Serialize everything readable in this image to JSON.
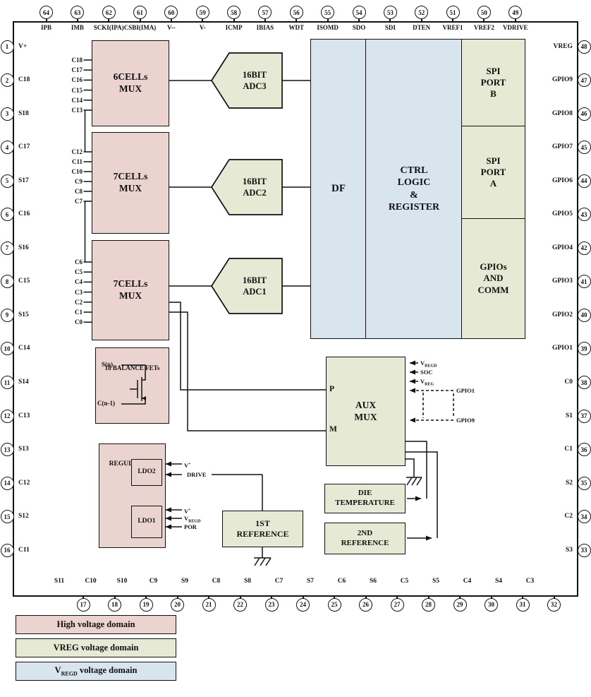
{
  "colors": {
    "high_voltage": "#ebd3d0",
    "vreg_voltage": "#e6e9d4",
    "vregd_voltage": "#d8e5ee"
  },
  "pins": {
    "top": [
      {
        "n": 64,
        "label": "IPB"
      },
      {
        "n": 63,
        "label": "IMB"
      },
      {
        "n": 62,
        "label": "SCKI(IPA)"
      },
      {
        "n": 61,
        "label": "CSBI(IMA)"
      },
      {
        "n": 60,
        "label": "V--"
      },
      {
        "n": 59,
        "label": "V-"
      },
      {
        "n": 58,
        "label": "ICMP"
      },
      {
        "n": 57,
        "label": "IBIAS"
      },
      {
        "n": 56,
        "label": "WDT"
      },
      {
        "n": 55,
        "label": "ISOMD"
      },
      {
        "n": 54,
        "label": "SDO"
      },
      {
        "n": 53,
        "label": "SDI"
      },
      {
        "n": 52,
        "label": "DTEN"
      },
      {
        "n": 51,
        "label": "VREF1"
      },
      {
        "n": 50,
        "label": "VREF2"
      },
      {
        "n": 49,
        "label": "VDRIVE"
      }
    ],
    "left": [
      {
        "n": 1,
        "label": "V+"
      },
      {
        "n": 2,
        "label": "C18"
      },
      {
        "n": 3,
        "label": "S18"
      },
      {
        "n": 4,
        "label": "C17"
      },
      {
        "n": 5,
        "label": "S17"
      },
      {
        "n": 6,
        "label": "C16"
      },
      {
        "n": 7,
        "label": "S16"
      },
      {
        "n": 8,
        "label": "C15"
      },
      {
        "n": 9,
        "label": "S15"
      },
      {
        "n": 10,
        "label": "C14"
      },
      {
        "n": 11,
        "label": "S14"
      },
      {
        "n": 12,
        "label": "C13"
      },
      {
        "n": 13,
        "label": "S13"
      },
      {
        "n": 14,
        "label": "C12"
      },
      {
        "n": 15,
        "label": "S12"
      },
      {
        "n": 16,
        "label": "C11"
      }
    ],
    "right": [
      {
        "n": 48,
        "label": "VREG"
      },
      {
        "n": 47,
        "label": "GPIO9"
      },
      {
        "n": 46,
        "label": "GPIO8"
      },
      {
        "n": 45,
        "label": "GPIO7"
      },
      {
        "n": 44,
        "label": "GPIO6"
      },
      {
        "n": 43,
        "label": "GPIO5"
      },
      {
        "n": 42,
        "label": "GPIO4"
      },
      {
        "n": 41,
        "label": "GPIO3"
      },
      {
        "n": 40,
        "label": "GPIO2"
      },
      {
        "n": 39,
        "label": "GPIO1"
      },
      {
        "n": 38,
        "label": "C0"
      },
      {
        "n": 37,
        "label": "S1"
      },
      {
        "n": 36,
        "label": "C1"
      },
      {
        "n": 35,
        "label": "S2"
      },
      {
        "n": 34,
        "label": "C2"
      },
      {
        "n": 33,
        "label": "S3"
      }
    ],
    "bottom": [
      {
        "n": 17,
        "label": "S11"
      },
      {
        "n": 18,
        "label": "C10"
      },
      {
        "n": 19,
        "label": "S10"
      },
      {
        "n": 20,
        "label": "C9"
      },
      {
        "n": 21,
        "label": "S9"
      },
      {
        "n": 22,
        "label": "C8"
      },
      {
        "n": 23,
        "label": "S8"
      },
      {
        "n": 24,
        "label": "C7"
      },
      {
        "n": 25,
        "label": "S7"
      },
      {
        "n": 26,
        "label": "C6"
      },
      {
        "n": 27,
        "label": "S6"
      },
      {
        "n": 28,
        "label": "C5"
      },
      {
        "n": 29,
        "label": "S5"
      },
      {
        "n": 30,
        "label": "C4"
      },
      {
        "n": 31,
        "label": "S4"
      },
      {
        "n": 32,
        "label": "C3"
      }
    ]
  },
  "mux_blocks": [
    {
      "title": "6CELLs\nMUX",
      "inputs": [
        "C18",
        "C17",
        "C16",
        "C15",
        "C14",
        "C13"
      ]
    },
    {
      "title": "7CELLs\nMUX",
      "inputs": [
        "C12",
        "C11",
        "C10",
        "C9",
        "C8",
        "C7"
      ]
    },
    {
      "title": "7CELLs\nMUX",
      "inputs": [
        "C6",
        "C5",
        "C4",
        "C3",
        "C2",
        "C1",
        "C0"
      ]
    }
  ],
  "adcs": [
    {
      "label": "16BIT\nADC3"
    },
    {
      "label": "16BIT\nADC2"
    },
    {
      "label": "16BIT\nADC1"
    }
  ],
  "blocks": {
    "df": "DF",
    "ctrl": "CTRL\nLOGIC\n&\nREGISTER",
    "spi_b": "SPI\nPORT\nB",
    "spi_a": "SPI\nPORT\nA",
    "gpios": "GPIOs\nAND\nCOMM",
    "die": "DIE\nTEMPERATURE",
    "ref1": "1ST\nREFERENCE",
    "ref2": "2ND\nREFERENCE"
  },
  "balance": {
    "title": "18 BALANCE FETs",
    "top_label": "S(n)",
    "bottom_label": "C(n-1)"
  },
  "aux": {
    "title": "AUX\nMUX",
    "port_p": "P",
    "port_m": "M",
    "signal_inputs": [
      {
        "base": "V",
        "sub": "REGD"
      },
      {
        "base": "SOC"
      },
      {
        "base": "V",
        "sub": "REG"
      }
    ],
    "gpio_range": [
      "GPIO1",
      "GPIO9"
    ]
  },
  "regulators": {
    "title": "REGULATORS",
    "ldo2": {
      "label": "LDO2",
      "signals": [
        {
          "base": "V",
          "sup": "+"
        },
        {
          "base": "DRIVE"
        }
      ]
    },
    "ldo1": {
      "label": "LDO1",
      "signals": [
        {
          "base": "V",
          "sup": "+"
        },
        {
          "base": "V",
          "sub": "REGD"
        },
        {
          "base": "POR"
        }
      ]
    }
  },
  "legend": [
    {
      "text": "High voltage domain"
    },
    {
      "text": "VREG voltage domain"
    },
    {
      "base": "V",
      "sub": "REGD",
      "rest": " voltage domain"
    }
  ]
}
